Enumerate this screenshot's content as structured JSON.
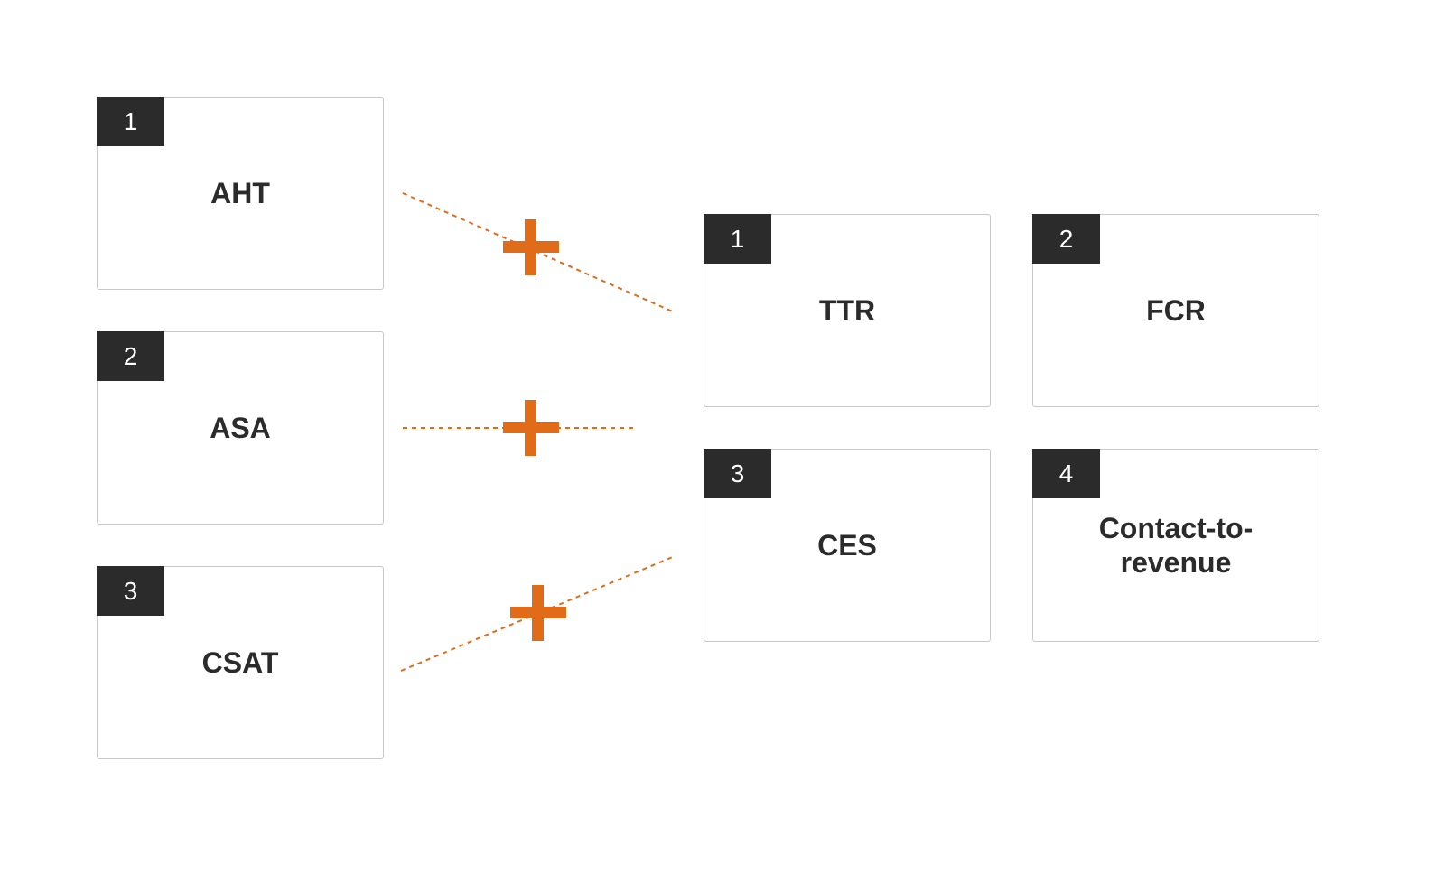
{
  "colors": {
    "accent": "#e06c1a",
    "badge_bg": "#2b2b2b",
    "card_border": "#c9c9c9",
    "text": "#2b2b2b"
  },
  "left_cards": [
    {
      "number": "1",
      "label": "AHT"
    },
    {
      "number": "2",
      "label": "ASA"
    },
    {
      "number": "3",
      "label": "CSAT"
    }
  ],
  "right_cards": [
    {
      "number": "1",
      "label": "TTR"
    },
    {
      "number": "2",
      "label": "FCR"
    },
    {
      "number": "3",
      "label": "CES"
    },
    {
      "number": "4",
      "label": "Contact-to-revenue"
    }
  ],
  "connector_icon": "plus-icon"
}
